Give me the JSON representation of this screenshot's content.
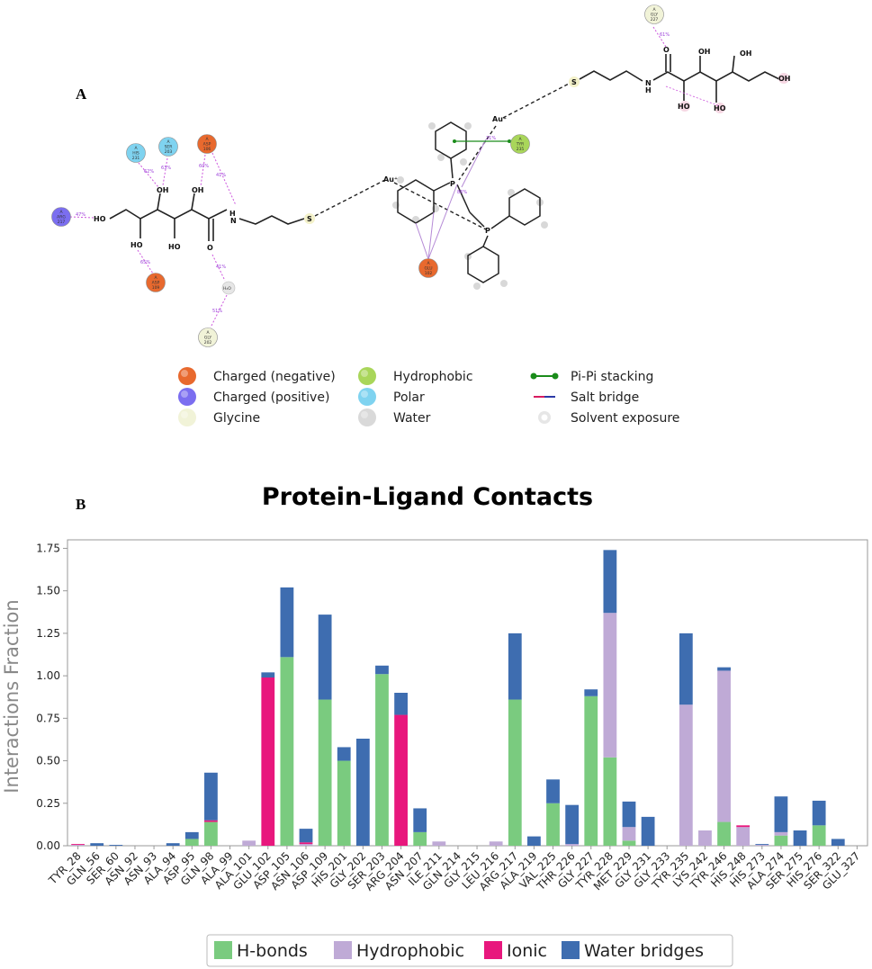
{
  "panel_a": {
    "label": "A",
    "atoms": {
      "oh": "OH",
      "ho": "HO",
      "o": "O",
      "s": "S",
      "n": "N",
      "h": "H",
      "au": "Au⁺",
      "p": "P",
      "h2o": "H₂O"
    },
    "residues": [
      {
        "key": "his231",
        "chain": "A",
        "name": "HIS",
        "num": "231",
        "type": "polar"
      },
      {
        "key": "ser203",
        "chain": "A",
        "name": "SER",
        "num": "203",
        "type": "polar"
      },
      {
        "key": "asp106",
        "chain": "A",
        "name": "ASP",
        "num": "106",
        "type": "negative"
      },
      {
        "key": "arg",
        "chain": "A",
        "name": "ARG",
        "num": "217",
        "type": "positive"
      },
      {
        "key": "asp109",
        "chain": "A",
        "name": "ASP",
        "num": "109",
        "type": "negative"
      },
      {
        "key": "gly202",
        "chain": "A",
        "name": "GLY",
        "num": "202",
        "type": "glycine"
      },
      {
        "key": "glu",
        "chain": "A",
        "name": "GLU",
        "num": "102",
        "type": "negative"
      },
      {
        "key": "tyr",
        "chain": "A",
        "name": "TYR",
        "num": "235",
        "type": "hydrophobic"
      },
      {
        "key": "gly227",
        "chain": "A",
        "name": "GLY",
        "num": "227",
        "type": "glycine"
      }
    ],
    "percentages": {
      "arg": "47%",
      "his": "62%",
      "ser": "63%",
      "asp_a": "60%",
      "asp_b": "41%",
      "asp109": "65%",
      "water_a": "41%",
      "water_b": "51%",
      "tyr": "31%",
      "pp": "86%",
      "gly227": "61%"
    },
    "legend": [
      {
        "label": "Charged (negative)",
        "type": "negative"
      },
      {
        "label": "Charged (positive)",
        "type": "positive"
      },
      {
        "label": "Glycine",
        "type": "glycine"
      },
      {
        "label": "Hydrophobic",
        "type": "hydrophobic"
      },
      {
        "label": "Polar",
        "type": "polar"
      },
      {
        "label": "Water",
        "type": "water"
      },
      {
        "label": "Pi-Pi stacking",
        "type": "pipi"
      },
      {
        "label": "Salt bridge",
        "type": "saltbridge"
      },
      {
        "label": "Solvent exposure",
        "type": "solvent"
      }
    ],
    "colors": {
      "negative": "#e8692e",
      "positive": "#7b6ef0",
      "glycine": "#f1f3d8",
      "hydrophobic": "#a9d65a",
      "polar": "#7fd3f0",
      "water": "#d9d9d9",
      "hbond_arrow": "#cc55dd",
      "pipi": "#1a8c1a"
    }
  },
  "panel_b": {
    "label": "B"
  },
  "chart_data": {
    "type": "bar",
    "stacked": true,
    "title": "Protein-Ligand Contacts",
    "xlabel": "",
    "ylabel": "Interactions Fraction",
    "ylim": [
      0,
      1.8
    ],
    "yticks": [
      "0.00",
      "0.25",
      "0.50",
      "0.75",
      "1.00",
      "1.25",
      "1.50",
      "1.75"
    ],
    "grid": false,
    "legend_position": "bottom",
    "categories": [
      "TYR_28",
      "GLN_56",
      "SER_60",
      "ASN_92",
      "ASN_93",
      "ALA_94",
      "ASP_95",
      "GLN_98",
      "ALA_99",
      "ALA_101",
      "GLU_102",
      "ASP_105",
      "ASN_106",
      "ASP_109",
      "HIS_201",
      "GLY_202",
      "SER_203",
      "ARG_204",
      "ASN_207",
      "ILE_211",
      "GLN_214",
      "GLY_215",
      "LEU_216",
      "ARG_217",
      "ALA_219",
      "VAL_225",
      "THR_226",
      "GLY_227",
      "TYR_228",
      "MET_229",
      "GLY_231",
      "GLY_233",
      "TYR_235",
      "LYS_242",
      "TYR_246",
      "HIS_248",
      "HIS_273",
      "ALA_274",
      "SER_275",
      "HIS_276",
      "SER_322",
      "GLU_327"
    ],
    "series": [
      {
        "name": "H-bonds",
        "color": "#7acb7f",
        "values": [
          0,
          0,
          0,
          0,
          0,
          0,
          0.04,
          0.14,
          0,
          0,
          0,
          1.11,
          0,
          0.86,
          0.5,
          0,
          1.01,
          0,
          0.08,
          0,
          0,
          0,
          0,
          0.86,
          0,
          0.25,
          0,
          0.88,
          0.52,
          0.03,
          0,
          0,
          0,
          0,
          0.14,
          0,
          0,
          0.06,
          0,
          0.12,
          0,
          0
        ]
      },
      {
        "name": "Hydrophobic",
        "color": "#bfaad6",
        "values": [
          0.005,
          0,
          0,
          0,
          0,
          0,
          0,
          0,
          0,
          0.03,
          0,
          0,
          0.01,
          0,
          0,
          0,
          0,
          0,
          0,
          0.025,
          0,
          0,
          0.025,
          0,
          0,
          0,
          0.01,
          0,
          0.85,
          0.08,
          0,
          0,
          0.83,
          0.09,
          0.89,
          0.11,
          0.005,
          0.02,
          0,
          0,
          0,
          0
        ]
      },
      {
        "name": "Ionic",
        "color": "#e8177d",
        "values": [
          0.005,
          0,
          0,
          0,
          0,
          0,
          0,
          0.01,
          0,
          0,
          0.99,
          0,
          0.01,
          0,
          0,
          0,
          0,
          0.77,
          0,
          0,
          0,
          0,
          0,
          0,
          0,
          0,
          0,
          0,
          0,
          0,
          0,
          0,
          0,
          0,
          0,
          0.01,
          0,
          0,
          0,
          0,
          0,
          0
        ]
      },
      {
        "name": "Water bridges",
        "color": "#3e6db0",
        "values": [
          0,
          0.015,
          0.005,
          0,
          0,
          0.015,
          0.04,
          0.28,
          0,
          0,
          0.03,
          0.41,
          0.08,
          0.5,
          0.08,
          0.63,
          0.05,
          0.13,
          0.14,
          0,
          0,
          0,
          0,
          0.39,
          0.055,
          0.14,
          0.23,
          0.04,
          0.37,
          0.15,
          0.17,
          0,
          0.42,
          0,
          0.02,
          0,
          0.005,
          0.21,
          0.09,
          0.145,
          0.04,
          0
        ]
      }
    ]
  }
}
